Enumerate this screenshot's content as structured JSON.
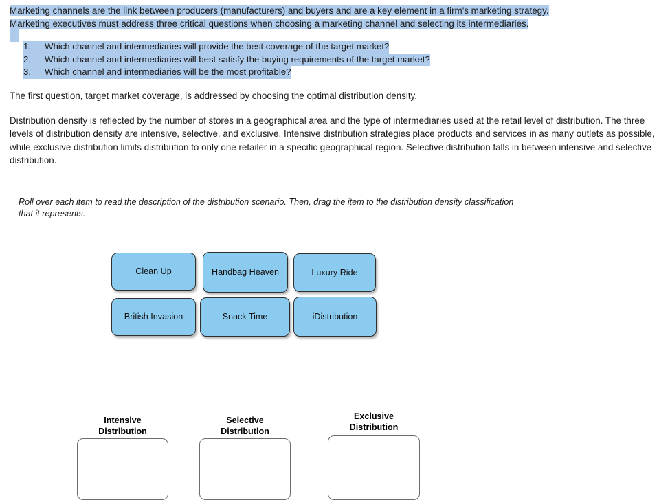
{
  "intro": {
    "line1": "Marketing channels are the link between producers (manufacturers) and buyers and are a key element in a firm's marketing strategy.",
    "line2": "Marketing executives must address three critical questions when choosing a marketing channel and selecting its intermediaries."
  },
  "questions": [
    {
      "num": "1.",
      "text": "Which channel and intermediaries will provide the best coverage of the target market?"
    },
    {
      "num": "2.",
      "text": "Which channel and intermediaries will best satisfy the buying requirements of the target market?"
    },
    {
      "num": "3.",
      "text": "Which channel and intermediaries will be the most profitable?"
    }
  ],
  "body": {
    "para_first": "The first question, target market coverage, is addressed by choosing the optimal distribution density.",
    "para_density": "Distribution density is reflected by the number of stores in a geographical area and the type of intermediaries used at the retail level of distribution. The three levels of distribution density are intensive, selective, and exclusive. Intensive distribution strategies place products and services in as many outlets as possible, while exclusive distribution limits distribution to only one retailer in a specific geographical region. Selective distribution falls in between intensive and selective distribution."
  },
  "instruction": "Roll over each item to read the description of the distribution scenario. Then, drag the item to the distribution density classification that it represents.",
  "tiles": [
    {
      "label": "Clean Up"
    },
    {
      "label": "Handbag Heaven"
    },
    {
      "label": "Luxury Ride"
    },
    {
      "label": "British Invasion"
    },
    {
      "label": "Snack Time"
    },
    {
      "label": "iDistribution"
    }
  ],
  "drop_zones": [
    {
      "label": "Intensive\nDistribution"
    },
    {
      "label": "Selective\nDistribution"
    },
    {
      "label": "Exclusive\nDistribution"
    }
  ],
  "colors": {
    "highlight": "#aecbeb",
    "tile_fill": "#8bcbf0",
    "tile_border": "#2f2f2f",
    "zone_border": "#6d6d6d",
    "page_background": "#ffffff",
    "text": "#1b1b1b"
  }
}
